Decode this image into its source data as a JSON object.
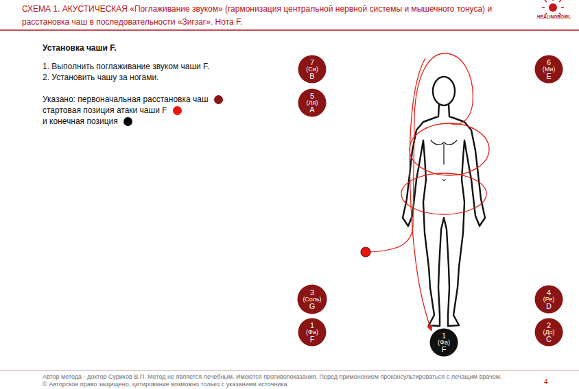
{
  "diagram": {
    "title": "СХЕМА 1. АКУСТИЧЕСКАЯ «Поглаживание звуком» (гармонизация центральной нервной системы и мышечного тонуса) и расстановка чаш в последовательности «Зигзаг». Нота F.",
    "nodes": [
      {
        "text": [
          "7",
          "(Си)",
          "B"
        ]
      },
      {
        "text": [
          "6",
          "(Ми)",
          "E"
        ]
      },
      {
        "text": [
          "5",
          "(Ля)",
          "A"
        ]
      },
      {
        "text": [
          "3",
          "(Соль)",
          "G"
        ]
      },
      {
        "text": [
          "4",
          "(Ре)",
          "D"
        ]
      },
      {
        "text": [
          "1",
          "(Фа)",
          "F"
        ]
      },
      {
        "text": [
          "2",
          "(До)",
          "C"
        ]
      },
      {
        "text": [
          "1",
          "(Фа)",
          "F"
        ]
      }
    ],
    "labels": [
      "HEALINGBOWL",
      "Установка чаши F.",
      "1. Выполнить поглаживание звуком чаши F.",
      "2. Установить чашу за ногами.",
      "Автор метода - доктор Суриков В.П. Метод не является лечебным. Имеются противопоказания. Перед применением проконсультироваться с лечащим врачом.",
      "© Авторское право защищено, цитирование возможно только с указанием источника.",
      "4"
    ],
    "legend": [
      {
        "text": "Указано: первоначальная расстановка чаш",
        "color": "#8b1414"
      },
      {
        "text": "стартовая позиция атаки чаши F",
        "color": "#e8160f"
      },
      {
        "text": "и конечная позиция",
        "color": "#000000"
      }
    ]
  }
}
